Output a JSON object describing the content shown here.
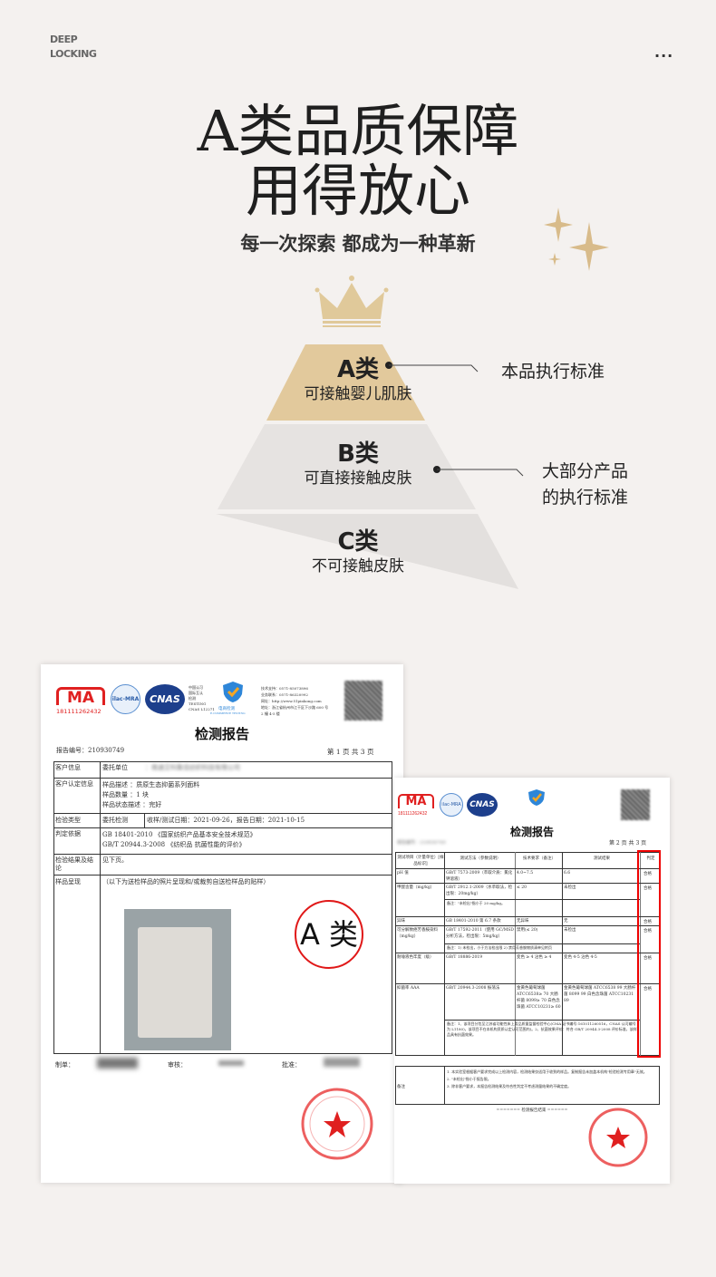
{
  "header": {
    "brand_line1": "DEEP",
    "brand_line2": "LOCKING",
    "more_label": "..."
  },
  "hero": {
    "title_line1": "A类品质保障",
    "title_line2": "用得放心",
    "subtitle": "每一次探索 都成为一种革新"
  },
  "colors": {
    "gold": "#e2c99c",
    "grey_tier": "#e3e0de",
    "stamp_red": "#e02020",
    "sparkle": "#d8bb8a"
  },
  "pyramid": {
    "tiers": [
      {
        "grade": "A类",
        "desc": "可接触婴儿肌肤",
        "note": "本品执行标准"
      },
      {
        "grade": "B类",
        "desc": "可直接接触皮肤",
        "note_line1": "大部分产品",
        "note_line2": "的执行标准"
      },
      {
        "grade": "C类",
        "desc": "不可接触皮肤"
      }
    ]
  },
  "report1": {
    "cma_text": "MA",
    "cma_number": "181111262432",
    "ilac": "ilac-MRA",
    "cnas": "CNAS",
    "cert_lines": [
      "中国认可",
      "国际互认",
      "检测",
      "TESTING",
      "CNAS L12271"
    ],
    "ec_label": "电商检测",
    "ec_sub": "E-COMMERCE TESTING",
    "contact_lines": [
      "技术支持：0571-85073896",
      "业务联系：0571-86320992",
      "网址：http://www.51pinkong.com",
      "地址：浙江省杭州市江干区下沙路 600 号",
      "2 幢 4-5 楼"
    ],
    "title": "检测报告",
    "report_no": "报告编号：210930749",
    "page": "第 1 页 共 3 页",
    "rows": [
      {
        "label": "客户信息",
        "key": "委托单位",
        "value": "：南通艾科集佳纺织科技有限公司"
      },
      {
        "label": "客户认定信息",
        "items": [
          "样品描述 ：质原生态抑菌系列面料",
          "样品数量 ：1 块",
          "样品状态描述 ：完好"
        ]
      },
      {
        "label": "检验类型",
        "key": "委托检测",
        "value": "收样/测试日期：2021-09-26，报告日期：2021-10-15"
      },
      {
        "label": "判定依据",
        "items": [
          "GB 18401-2010 《国家纺织产品基本安全技术规范》",
          "GB/T 20944.3-2008 《纺织品 抗菌性能的评价》"
        ]
      },
      {
        "label": "检验结果及结论",
        "value": "见下页。"
      },
      {
        "label": "样品呈现",
        "value": "（以下为送检样品的照片呈现和/或裁剪自送检样品的贴样）"
      }
    ],
    "sign": {
      "maker": "制单：",
      "reviewer": "审核：",
      "approver": "批准："
    },
    "stamp_overlay": "A 类"
  },
  "report2": {
    "title": "检测报告",
    "report_no": "报告编号：210930749",
    "page": "第 2 页 共 3 页",
    "headers": [
      "测试项目（计量单位）[样品标识]",
      "测试方法（参数说明）",
      "技术要求（备注）",
      "测试结果",
      "判定"
    ],
    "rows": [
      {
        "item": "pH 值",
        "method": "GB/T 7573-2009（萃取介质：氯化钾溶液）",
        "req": "4.0~7.5",
        "result": "6.6",
        "verdict": "合格"
      },
      {
        "item": "甲醛含量（mg/kg）",
        "method": "GB/T 2912.1-2009（水萃取法，检出限：20mg/kg）",
        "req": "≤ 20",
        "result": "未检出",
        "verdict": "合格",
        "note": "备注：\"未检出\"指小于 20 mg/kg。"
      },
      {
        "item": "异味",
        "method": "GB 18401-2010 第 6.7 条款",
        "req": "无异味",
        "result": "无",
        "verdict": "合格"
      },
      {
        "item": "可分解致癌芳香胺染料（mg/kg）",
        "method": "GB/T 17592-2011（使用 GC/MSD 分析方法，检出限：5mg/kg）",
        "req": "禁用(≤ 20)",
        "result": "未检出",
        "verdict": "合格",
        "note": "备注：1) 未检出，小于方法检出限  2) 禁用芳香胺物质清单见附页"
      },
      {
        "item": "耐唾液色牢度（级）",
        "method": "GB/T 18886-2019",
        "req": "变色 ≥ 4 沾色 ≥ 4",
        "result": "变色 4-5 沾色 4-5",
        "verdict": "合格"
      },
      {
        "item": "抑菌率 AAA",
        "method": "GB/T 20944.3-2008 振荡法",
        "req": "金黄色葡萄球菌 ATCC6538≥ 70 大肠杆菌 8099≥ 70 白色念珠菌 ATCC10231≥ 60",
        "result": "金黄色葡萄球菌 ATCC6538 99 大肠杆菌 8099 99 白色念珠菌 ATCC10231 89",
        "verdict": "合格",
        "note": "备注：1、该项目分包至江苏省功能性床上用品质量监督检验中心(CMA 证书编号:161011260516，CNAS 认可编号为 L1180)，该项目不在本机构资质认定认可范围内)。2、抗菌效果评价：符合 GB/T 20944.3-2008 评价标准，该样品具有抗菌效果。"
      }
    ],
    "remarks_label": "备注",
    "remarks": [
      "1. 本实验室根据客户要求完成以上检测内容，检测结果仅适用于收到的样品。复制报告未加盖本机构\"检验检测专用章\"无效。",
      "2. \"未检出\"指小于报告限。",
      "3. 除非客户要求，本报告检测结果及符合性判定不考虑测量结果的不确定度。"
    ],
    "end_text": "======= 检测报告结束 ======"
  }
}
